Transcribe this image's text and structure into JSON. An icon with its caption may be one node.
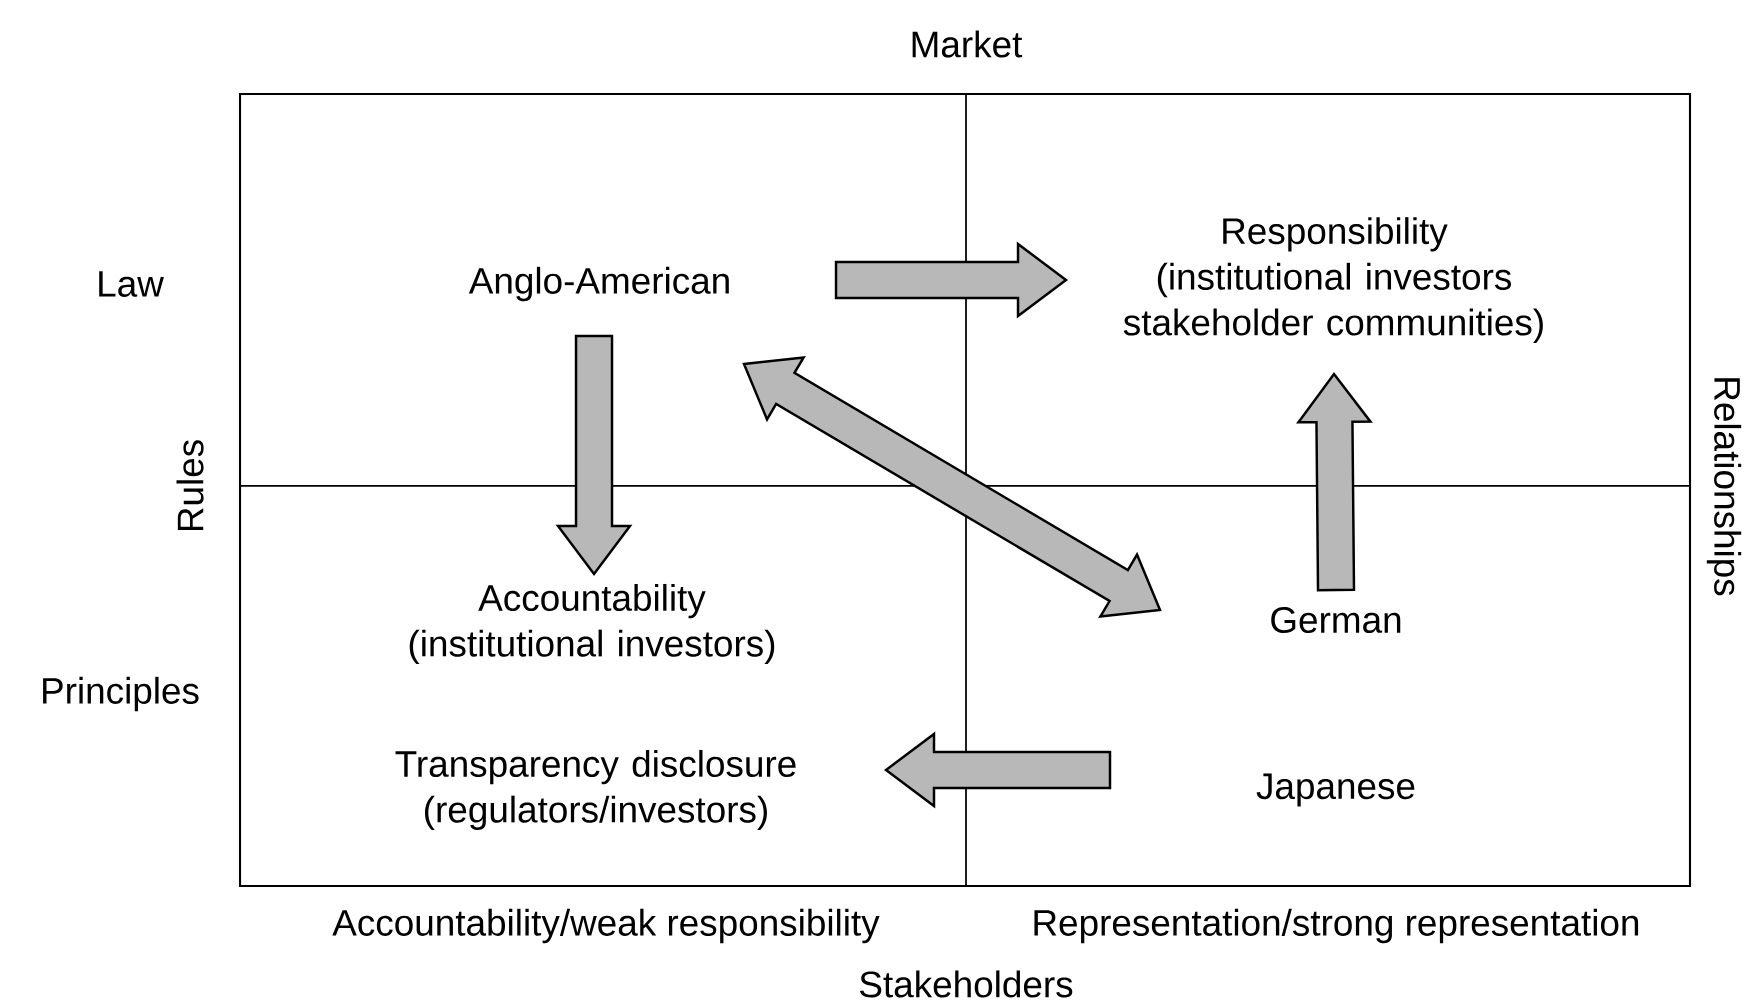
{
  "diagram": {
    "nodes": [
      {
        "text": [
          "Anglo-American"
        ]
      },
      {
        "text": [
          "Responsibility (institutional investors stakeholder communities)"
        ]
      },
      {
        "text": [
          "Accountability (institutional investors)"
        ]
      },
      {
        "text": [
          "German"
        ]
      },
      {
        "text": [
          "Transparency disclosure (regulators/investors)"
        ]
      },
      {
        "text": [
          "Japanese"
        ]
      }
    ],
    "edges": [
      {
        "from": 0,
        "to": 1,
        "arrow": "to"
      },
      {
        "from": 0,
        "to": 2,
        "arrow": "to"
      },
      {
        "from": 0,
        "to": 3,
        "arrow": "both"
      },
      {
        "from": 3,
        "to": 1,
        "arrow": "to"
      },
      {
        "from": 5,
        "to": 4,
        "arrow": "to"
      }
    ],
    "labels": [
      "Market",
      "Law",
      "Rules",
      "Relationships",
      "Principles",
      "Accountability/weak responsibility",
      "Representation/strong representation",
      "Stakeholders"
    ]
  }
}
